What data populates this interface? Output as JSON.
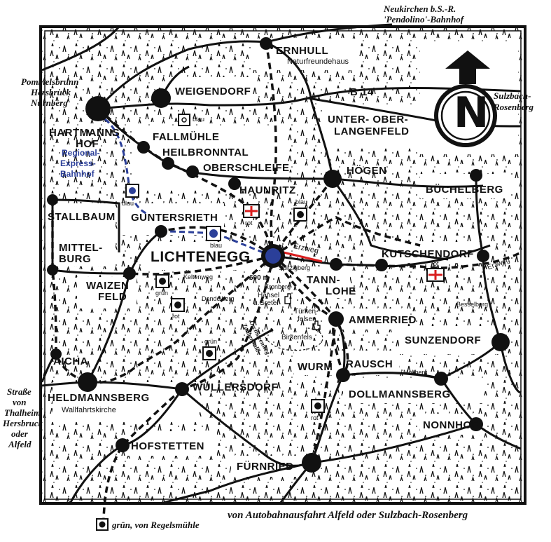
{
  "map": {
    "title_center": "LICHTENEGG",
    "altitude": "600 m",
    "places": {
      "ernhull": "ERNHULL",
      "naturfreundehaus": "Naturfreundehaus",
      "weigendorf": "WEIGENDORF",
      "b14": "B 14",
      "hartmannshof_1": "HARTMANNS",
      "hartmannshof_2": "HOF",
      "fallmuehle": "FALLMÜHLE",
      "heilbronntal": "HEILBRONNTAL",
      "oberschleife": "OBERSCHLEIFE",
      "unter_oberlangenfeld_1": "UNTER- OBER-",
      "unter_oberlangenfeld_2": "LANGENFELD",
      "hoegen": "HÖGEN",
      "haunritz": "HAUNRITZ",
      "buechelberg": "BÜCHELBERG",
      "stallbaum": "STALLBAUM",
      "guntersrieth": "GUNTERSRIETH",
      "mittelburg_1": "MITTEL-",
      "mittelburg_2": "BURG",
      "kutschendorf": "KUTSCHENDORF",
      "waizenfeld_1": "WAIZEN",
      "waizenfeld_2": "FELD",
      "tannlohe_1": "TANN-",
      "tannlohe_2": "LOHE",
      "spitzigberg": "Spitzigberg",
      "kronberg": "Kronberg",
      "haensel_1": "Hänsel",
      "haensel_2": "u.Gretel",
      "tuerkenfelsen_1": "Türken-",
      "tuerkenfelsen_2": "felsen",
      "keltenweg": "Keltenweg",
      "dandelberg": "Dandelberg",
      "besselberg": "Besselberg",
      "ammerried": "AMMERRIED",
      "zauberwald_1": "Zauberwald",
      "zauberwald_2": "Orchideenweg",
      "birkenfels": "Birkenfels",
      "sunzendorf": "SUNZENDORF",
      "aicha": "AICHA",
      "wurm": "WURM",
      "rausch": "RAUSCH",
      "mollberg": "Mollberg",
      "heldmannsberg": "HELDMANNSBERG",
      "wuellersdorf": "WÜLLERSDORF",
      "dollmannsberg": "DOLLMANNSBERG",
      "wallfahrtskirche": "Wallfahrtskirche",
      "nonnhof": "NONNHOF",
      "hofstetten": "HOFSTETTEN",
      "fuernried": "FÜRNRIED"
    },
    "edge_labels": {
      "neukirchen_1": "Neukirchen b.S.-R.",
      "neukirchen_2": "'Pendolino'-Bahnhof",
      "pommelsbrunn_1": "Pommelsbrunn",
      "pommelsbrunn_2": "Hersbruck",
      "pommelsbrunn_3": "Nürnberg",
      "sulzbach_1": "Sulzbach-",
      "sulzbach_2": "Rosenberg",
      "strasse_1": "Straße",
      "strasse_2": "von",
      "strasse_3": "Thalheim",
      "strasse_4": "Hersbruck",
      "strasse_5": "oder",
      "strasse_6": "Alfeld",
      "autobahn": "von Autobahnausfahrt Alfeld oder Sulzbach-Rosenberg",
      "regelsmuehle": "grün, von Regelsmühle"
    },
    "regional_express_1": "Regional-",
    "regional_express_2": "Express-",
    "regional_express_3": "Bahnhof",
    "erzweg": "Erzweg",
    "erzweg_2": "Erzweg",
    "north": "N",
    "markers": {
      "blau_fallmuehle": "blau",
      "blau_hartmannshof": "blau",
      "blau_haunritz": "blau",
      "rot_haunritz": "rot",
      "blau_guntersrieth": "blau",
      "rot_kutschendorf": "rot",
      "gruen_keltenweg": "grün",
      "rot_dandelberg": "rot",
      "gruen_wuellersdorf": "grün",
      "rot_rausch": "rot"
    },
    "colors": {
      "ink": "#111111",
      "blue_route": "#2b3f99",
      "red_cross": "#d81e1e",
      "erzweg_red": "#d81e1e"
    }
  }
}
